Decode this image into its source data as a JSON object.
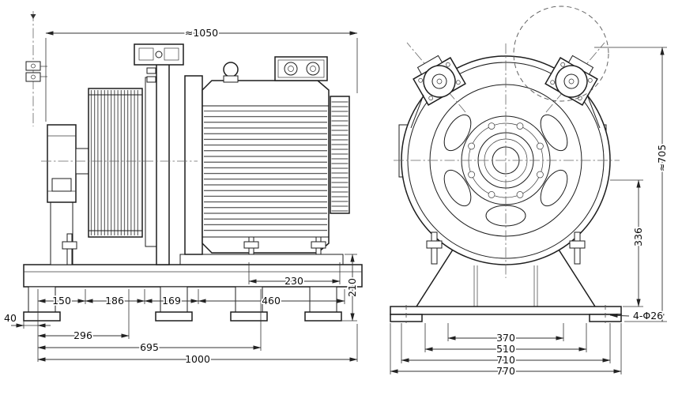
{
  "drawing": {
    "background": "#ffffff",
    "ink": "#1d1d1d",
    "side_view": {
      "dims": {
        "overall_length": "≈1050",
        "d230": "230",
        "d210": "210",
        "d150": "150",
        "d186": "186",
        "d169": "169",
        "d460": "460",
        "d40": "40",
        "d296": "296",
        "d695": "695",
        "d1000": "1000"
      }
    },
    "front_view": {
      "dims": {
        "overall_height": "≈705",
        "d336": "336",
        "d370": "370",
        "d510": "510",
        "d710": "710",
        "d770": "770",
        "foot_holes": "4-Φ26"
      }
    }
  }
}
